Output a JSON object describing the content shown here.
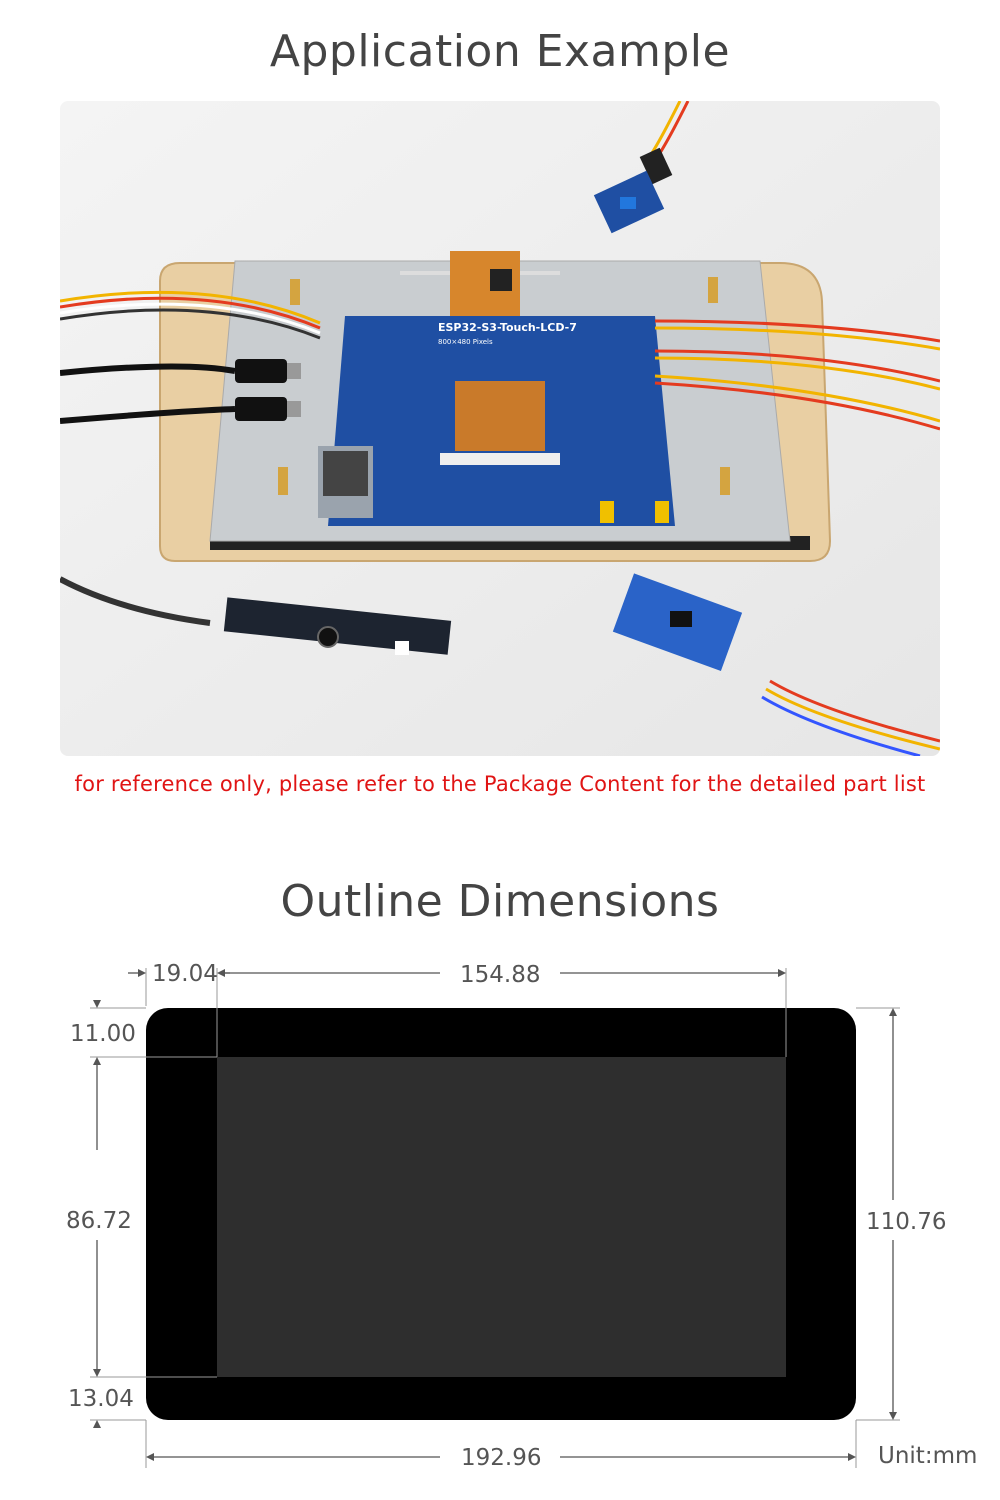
{
  "section1": {
    "title": "Application Example",
    "board_label": "ESP32-S3-Touch-LCD-7",
    "board_sublabel": "800×480 Pixels",
    "note": "for reference only, please refer to the Package Content for the detailed part list"
  },
  "section2": {
    "title": "Outline Dimensions",
    "dimensions": {
      "left_offset": "19.04",
      "active_width": "154.88",
      "top_offset": "11.00",
      "active_height": "86.72",
      "bottom_offset": "13.04",
      "total_height": "110.76",
      "total_width": "192.96",
      "unit": "Unit:mm"
    }
  },
  "colors": {
    "note": "#e01414",
    "board": "#1f4fa3",
    "bezel": "#000000",
    "active_area": "#2e2e2e"
  }
}
